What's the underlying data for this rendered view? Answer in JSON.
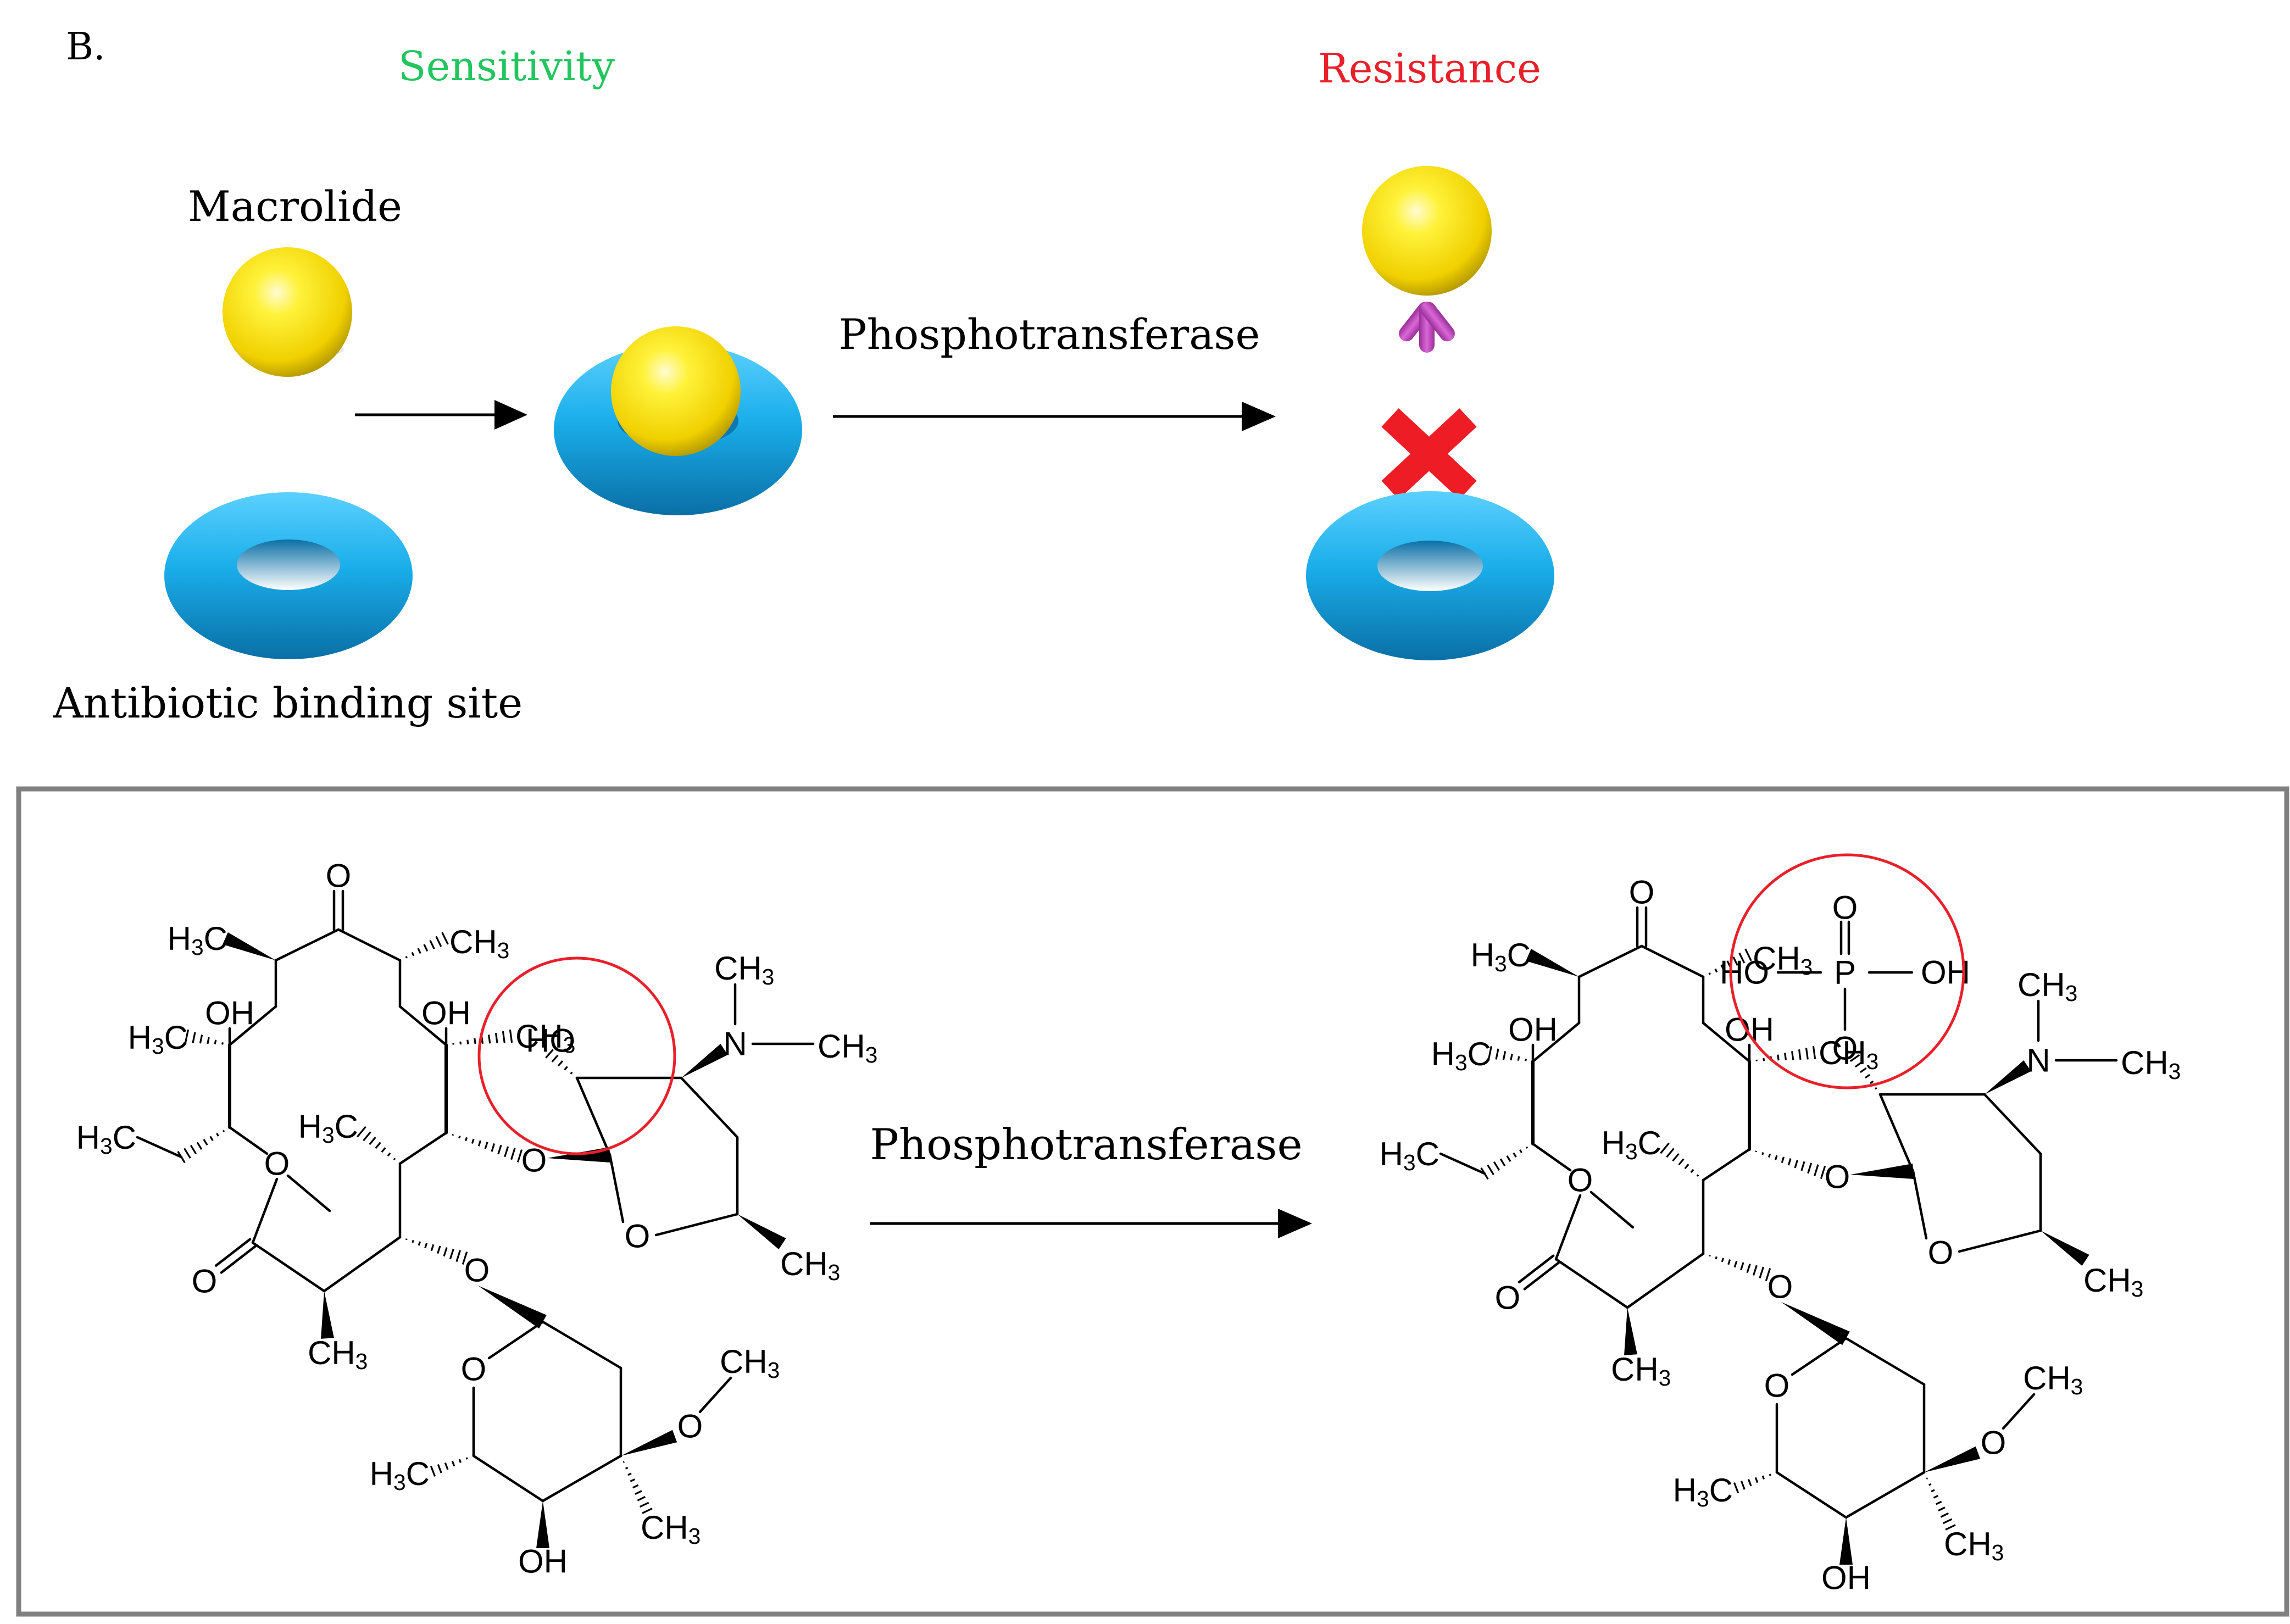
{
  "panel_label": "B.",
  "header": {
    "sensitivity": "Sensitivity",
    "resistance": "Resistance"
  },
  "labels": {
    "macrolide": "Macrolide",
    "binding_site": "Antibiotic binding site",
    "enzyme_top": "Phosphotransferase",
    "enzyme_bottom": "Phosphotransferase"
  },
  "colors": {
    "sensitivity": "#22c55e",
    "resistance": "#e8202a",
    "macrolide_ball": "#f2d600",
    "binding_ring": "#1aa6e6",
    "phosphate_stub": "#c24fc0",
    "block_cross": "#ee1c24",
    "highlight_circle": "#e8202a",
    "frame": "#808080"
  },
  "icons": {
    "macrolide": "yellow-sphere",
    "binding_site": "blue-torus",
    "blocked": "red-x-cross"
  },
  "chem": {
    "O": "O",
    "N": "N",
    "P": "P",
    "OH": "OH",
    "HO": "HO",
    "CH3": "CH",
    "H3C": "H",
    "sub3": "3",
    "C": "C"
  }
}
